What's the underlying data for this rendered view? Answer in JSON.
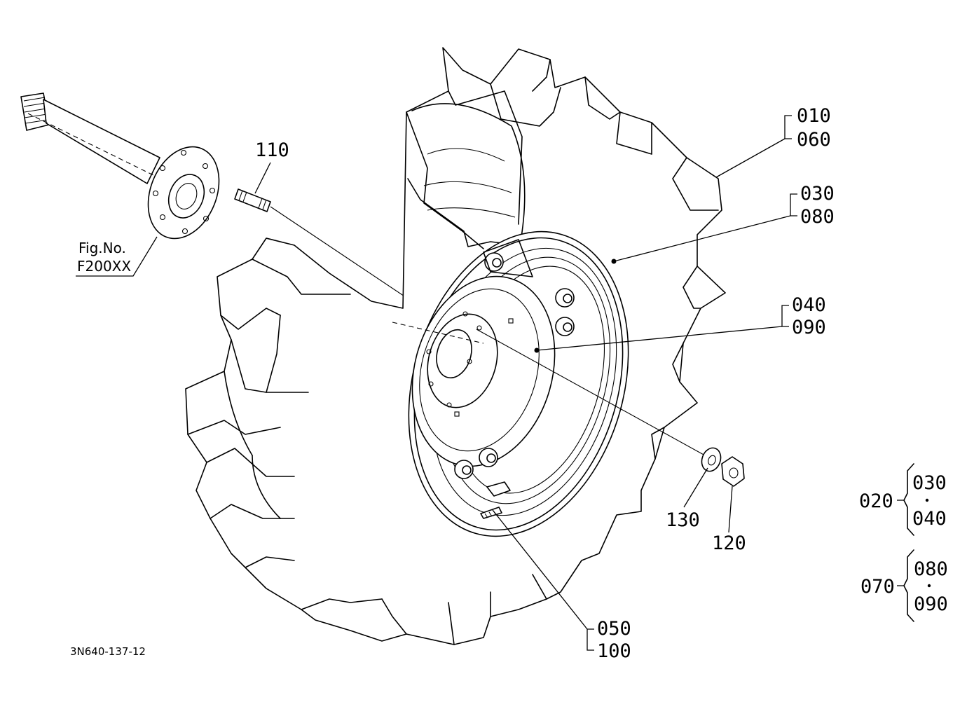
{
  "diagram": {
    "drawing_number": "3N640-137-12",
    "figure_reference": {
      "line1": "Fig.No.",
      "line2": "F200XX"
    },
    "callouts": [
      {
        "id": "tire",
        "numbers": [
          "010",
          "060"
        ]
      },
      {
        "id": "wheel-rim",
        "numbers": [
          "030",
          "080"
        ]
      },
      {
        "id": "wheel-disc",
        "numbers": [
          "040",
          "090"
        ]
      },
      {
        "id": "valve",
        "numbers": [
          "050",
          "100"
        ]
      },
      {
        "id": "stud-bolt",
        "numbers": [
          "110"
        ]
      },
      {
        "id": "washer",
        "numbers": [
          "130"
        ]
      },
      {
        "id": "nut",
        "numbers": [
          "120"
        ]
      }
    ],
    "assemblies": [
      {
        "id": "wheel-assy-1",
        "number": "020",
        "members": [
          "030",
          "040"
        ]
      },
      {
        "id": "wheel-assy-2",
        "number": "070",
        "members": [
          "080",
          "090"
        ]
      }
    ]
  }
}
